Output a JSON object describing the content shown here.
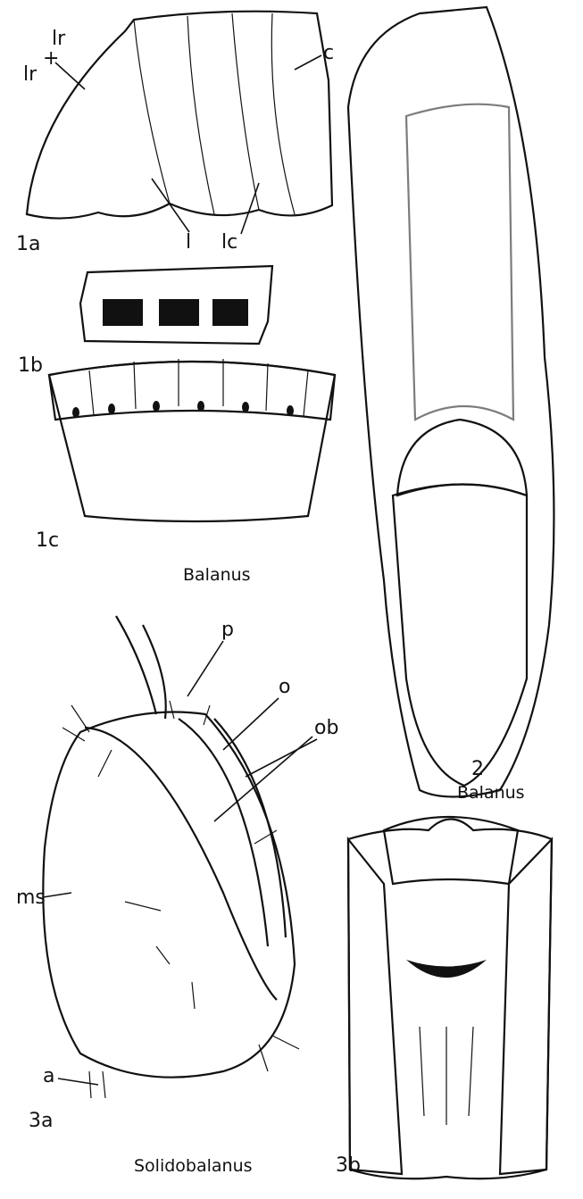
{
  "figure_1a": {
    "number": "1a",
    "labels": {
      "lr_upper": "lr",
      "plus": "+",
      "lr_lower": "lr",
      "c": "c",
      "l": "l",
      "lc": "lc"
    }
  },
  "figure_1b": {
    "number": "1b"
  },
  "figure_1c": {
    "number": "1c"
  },
  "caption_1": "Balanus",
  "figure_2": {
    "number": "2",
    "caption": "Balanus"
  },
  "figure_3a": {
    "number": "3a",
    "labels": {
      "p": "p",
      "o": "o",
      "ob": "ob",
      "ms": "ms",
      "a": "a"
    }
  },
  "figure_3b": {
    "number": "3b"
  },
  "caption_3": "Solidobalanus",
  "colors": {
    "ink": "#111111",
    "paper": "#ffffff"
  }
}
